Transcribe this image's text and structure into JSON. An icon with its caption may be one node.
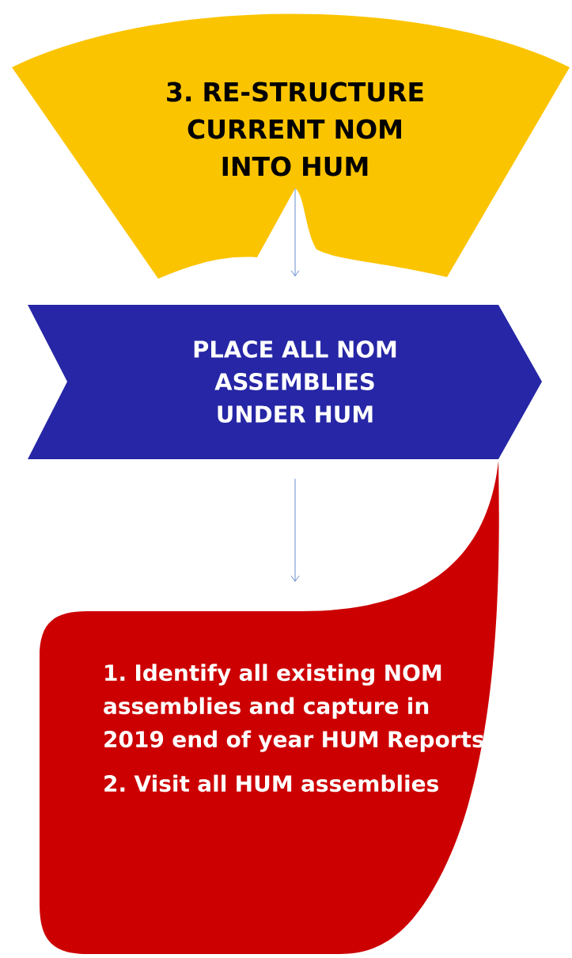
{
  "diagram": {
    "nodes": [
      {
        "text": [
          "3. RE-STRUCTURE CURRENT NOM INTO HUM"
        ]
      },
      {
        "text": [
          "PLACE ALL NOM ASSEMBLIES UNDER HUM"
        ]
      },
      {
        "text": [
          "1. Identify all existing NOM assemblies and capture in 2019 end of year HUM Reports",
          "2. Visit all HUM assemblies"
        ]
      }
    ],
    "edges": [
      {
        "from": 0,
        "to": 1,
        "arrow": "to"
      },
      {
        "from": 1,
        "to": 2,
        "arrow": "to"
      }
    ]
  }
}
